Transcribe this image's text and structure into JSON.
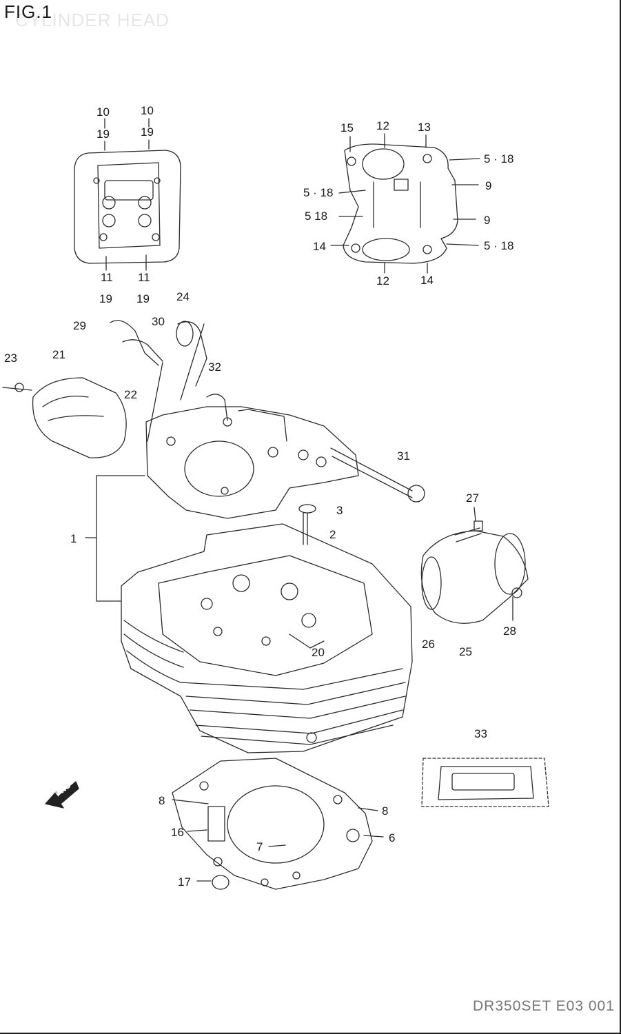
{
  "figure": {
    "title": "FIG.1",
    "subtitle": "CYLINDER HEAD",
    "code": "DR350SET E03 001"
  },
  "direction_badge": "FWD",
  "callouts": {
    "c10a": "10",
    "c10b": "10",
    "c19a": "19",
    "c19b": "19",
    "c11a": "11",
    "c11b": "11",
    "c19c": "19",
    "c19d": "19",
    "c15": "15",
    "c12a": "12",
    "c13": "13",
    "c518a": "5 · 18",
    "c9a": "9",
    "c518b": "5 · 18",
    "c518c": "5  18",
    "c9b": "9",
    "c518d": "5 · 18",
    "c14a": "14",
    "c12b": "12",
    "c14b": "14",
    "c24": "24",
    "c29": "29",
    "c30": "30",
    "c23": "23",
    "c21": "21",
    "c32": "32",
    "c22": "22",
    "c31": "31",
    "c27": "27",
    "c3": "3",
    "c2": "2",
    "c1": "1",
    "c28": "28",
    "c26": "26",
    "c25": "25",
    "c20": "20",
    "c33": "33",
    "c8a": "8",
    "c8b": "8",
    "c16": "16",
    "c6": "6",
    "c7": "7",
    "c17": "17"
  },
  "line_color": "#2a2a2a"
}
